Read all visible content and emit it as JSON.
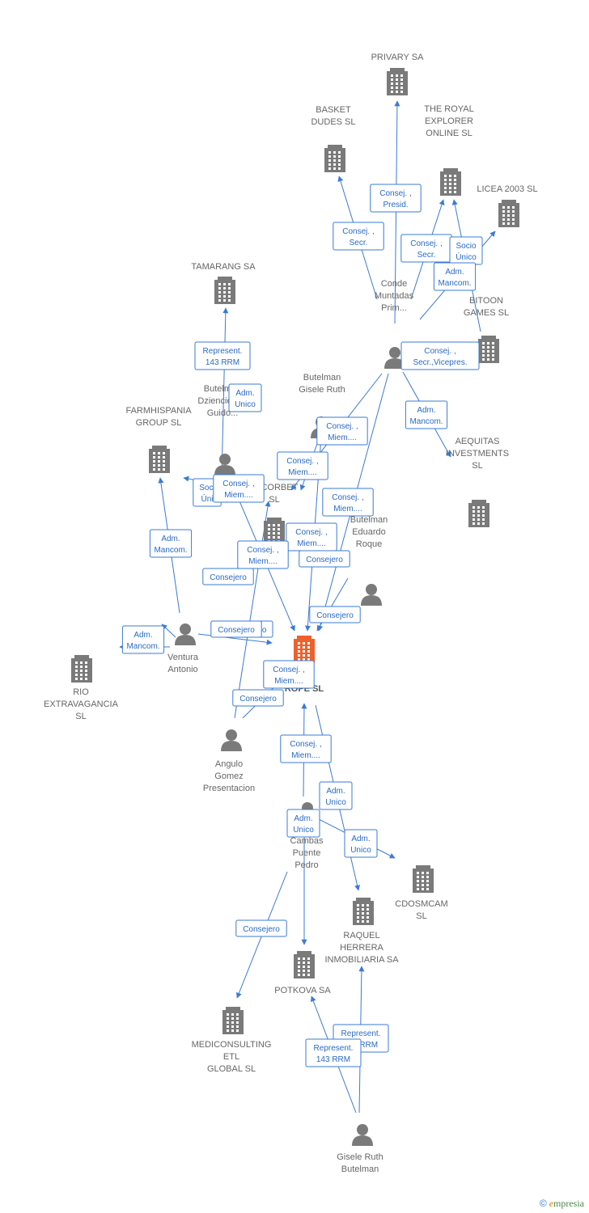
{
  "colors": {
    "edge": "#3a7bd5",
    "node": "#7a7a7a",
    "main_node": "#f0602a",
    "label": "#666666"
  },
  "nodes": [
    {
      "id": "privary",
      "type": "company",
      "lines": [
        "PRIVARY SA"
      ]
    },
    {
      "id": "basket",
      "type": "company",
      "lines": [
        "BASKET",
        "DUDES SL"
      ]
    },
    {
      "id": "royal",
      "type": "company",
      "lines": [
        "THE ROYAL",
        "EXPLORER",
        "ONLINE SL"
      ]
    },
    {
      "id": "licea",
      "type": "company",
      "lines": [
        "LICEA 2003 SL"
      ]
    },
    {
      "id": "tamarang",
      "type": "company",
      "lines": [
        "TAMARANG SA"
      ]
    },
    {
      "id": "conde",
      "type": "person",
      "lines": [
        "Conde",
        "Muntadas",
        "Prim..."
      ]
    },
    {
      "id": "bitoon",
      "type": "company",
      "lines": [
        "BITOON",
        "GAMES  SL"
      ]
    },
    {
      "id": "gisele1",
      "type": "person",
      "lines": [
        "Butelman",
        "Gisele Ruth"
      ]
    },
    {
      "id": "guido",
      "type": "person",
      "lines": [
        "Butelman",
        "Dziencielsky",
        "Guido..."
      ]
    },
    {
      "id": "farm",
      "type": "company",
      "lines": [
        "FARMHISPANIA",
        "GROUP  SL"
      ]
    },
    {
      "id": "aequitas",
      "type": "company",
      "lines": [
        "AEQUITAS",
        "INVESTMENTS",
        "SL"
      ]
    },
    {
      "id": "jacorbet",
      "type": "company",
      "lines": [
        "JACORBET",
        "SL"
      ]
    },
    {
      "id": "eduardo",
      "type": "person",
      "lines": [
        "Butelman",
        "Eduardo",
        "Roque"
      ]
    },
    {
      "id": "ventura",
      "type": "person",
      "lines": [
        "Ventura",
        "Antonio"
      ]
    },
    {
      "id": "rio",
      "type": "company",
      "lines": [
        "RIO",
        "EXTRAVAGANCIA",
        "SL"
      ]
    },
    {
      "id": "main",
      "type": "company",
      "main": true,
      "lines": [
        "U",
        "ROPE  SL"
      ]
    },
    {
      "id": "angulo",
      "type": "person",
      "lines": [
        "Angulo",
        "Gomez",
        "Presentacion"
      ]
    },
    {
      "id": "cambas",
      "type": "person",
      "lines": [
        "Cambas",
        "Puente",
        "Pedro"
      ]
    },
    {
      "id": "cdosmcam",
      "type": "company",
      "lines": [
        "CDOSMCAM",
        "SL"
      ]
    },
    {
      "id": "raquel",
      "type": "company",
      "lines": [
        "RAQUEL",
        "HERRERA",
        "INMOBILIARIA SA"
      ]
    },
    {
      "id": "potkova",
      "type": "company",
      "lines": [
        "POTKOVA SA"
      ]
    },
    {
      "id": "medic",
      "type": "company",
      "lines": [
        "MEDICONSULTING",
        "ETL",
        "GLOBAL  SL"
      ]
    },
    {
      "id": "gisele2",
      "type": "person",
      "lines": [
        "Gisele Ruth",
        "Butelman"
      ]
    }
  ],
  "edges": [
    {
      "from": "conde",
      "to": "privary"
    },
    {
      "from": "conde",
      "to": "basket"
    },
    {
      "from": "conde",
      "to": "royal"
    },
    {
      "from": "conde",
      "to": "licea"
    },
    {
      "from": "conde",
      "to": "aequitas"
    },
    {
      "from": "conde",
      "to": "jacorbet"
    },
    {
      "from": "conde",
      "to": "main"
    },
    {
      "from": "bitoon",
      "to": "royal"
    },
    {
      "from": "gisele1",
      "to": "jacorbet"
    },
    {
      "from": "gisele1",
      "to": "main"
    },
    {
      "from": "guido",
      "to": "tamarang"
    },
    {
      "from": "guido",
      "to": "farm"
    },
    {
      "from": "guido",
      "to": "main"
    },
    {
      "from": "ventura",
      "to": "tamarang"
    },
    {
      "from": "ventura",
      "to": "farm"
    },
    {
      "from": "ventura",
      "to": "rio"
    },
    {
      "from": "ventura",
      "to": "main"
    },
    {
      "from": "eduardo",
      "to": "main"
    },
    {
      "from": "angulo",
      "to": "jacorbet"
    },
    {
      "from": "angulo",
      "to": "main"
    },
    {
      "from": "cambas",
      "to": "main"
    },
    {
      "from": "cambas",
      "to": "cdosmcam"
    },
    {
      "from": "cambas",
      "to": "raquel"
    },
    {
      "from": "cambas",
      "to": "potkova"
    },
    {
      "from": "cambas",
      "to": "medic"
    },
    {
      "from": "gisele2",
      "to": "potkova"
    },
    {
      "from": "gisele2",
      "to": "raquel"
    }
  ],
  "relations": [
    {
      "lines": [
        "Consej. ,",
        "Presid."
      ]
    },
    {
      "lines": [
        "Consej. ,",
        "Secr."
      ]
    },
    {
      "lines": [
        "Consej. ,",
        "Secr."
      ]
    },
    {
      "lines": [
        "Socio",
        "Único"
      ]
    },
    {
      "lines": [
        "Adm.",
        "Mancom."
      ]
    },
    {
      "lines": [
        "Consej. ,",
        "Secr.,Vicepres."
      ]
    },
    {
      "lines": [
        "Represent.",
        "143 RRM"
      ]
    },
    {
      "lines": [
        "Adm.",
        "Unico"
      ]
    },
    {
      "lines": [
        "Consej. ,",
        "Miem...."
      ]
    },
    {
      "lines": [
        "Adm.",
        "Mancom."
      ]
    },
    {
      "lines": [
        "Consej. ,",
        "Miem...."
      ]
    },
    {
      "lines": [
        "Soci",
        "Úni"
      ]
    },
    {
      "lines": [
        "Consej. ,",
        "Miem...."
      ]
    },
    {
      "lines": [
        "Consej. ,",
        "Miem...."
      ]
    },
    {
      "lines": [
        "Adm.",
        "Mancom."
      ]
    },
    {
      "lines": [
        "Consej. ,",
        "Miem...."
      ]
    },
    {
      "lines": [
        "Consej. ,",
        "Miem...."
      ]
    },
    {
      "lines": [
        "Consejero"
      ]
    },
    {
      "lines": [
        "Consejero"
      ]
    },
    {
      "lines": [
        "Consejero"
      ]
    },
    {
      "lines": [
        "Adm.",
        "Mancom."
      ]
    },
    {
      "lines": [
        "ro"
      ]
    },
    {
      "lines": [
        "Consejero"
      ]
    },
    {
      "lines": [
        "Consej. ,",
        "Miem...."
      ]
    },
    {
      "lines": [
        "Consejero"
      ]
    },
    {
      "lines": [
        "Consej. ,",
        "Miem...."
      ]
    },
    {
      "lines": [
        "Adm.",
        "Unico"
      ]
    },
    {
      "lines": [
        "Adm.",
        "Unico"
      ]
    },
    {
      "lines": [
        "Adm.",
        "Unico"
      ]
    },
    {
      "lines": [
        "Consejero"
      ]
    },
    {
      "lines": [
        "Represent.",
        "143 RRM"
      ]
    },
    {
      "lines": [
        "Represent.",
        "143 RRM"
      ]
    }
  ],
  "footer": {
    "copyright": "©",
    "brand_e": "e",
    "brand_rest": "mpresia"
  }
}
